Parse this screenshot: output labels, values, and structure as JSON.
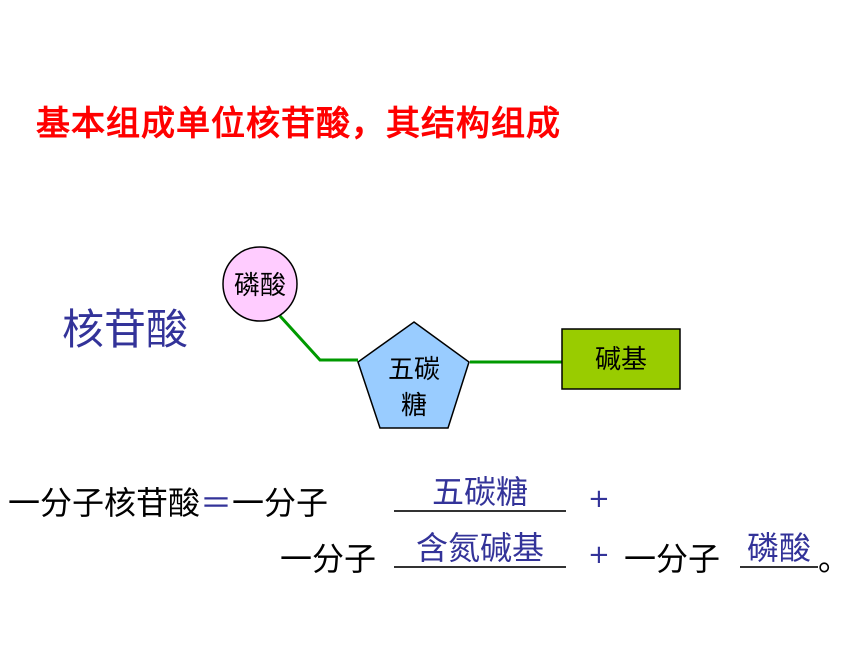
{
  "slide": {
    "title": "基本组成单位核苷酸，其结构组成",
    "main_label": "核苷酸"
  },
  "diagram": {
    "phosphate": "磷酸",
    "sugar_line1": "五碳",
    "sugar_line2": "糖",
    "base": "碱基"
  },
  "equation": {
    "lhs": "一分子核苷酸",
    "equals": "＝",
    "part1_prefix": "一分子",
    "part1_answer": "五碳糖",
    "plus1": "+",
    "part2_prefix": "一分子",
    "part2_answer": "含氮碱基",
    "plus2": "+",
    "part3_prefix": "一分子",
    "part3_answer": "磷酸",
    "end_mark": "。"
  },
  "colors": {
    "title": "#ff0000",
    "label": "#333399",
    "phosphate_fill": "#ffccff",
    "sugar_fill": "#99ccff",
    "base_fill": "#99cc00",
    "connector": "#009900"
  }
}
